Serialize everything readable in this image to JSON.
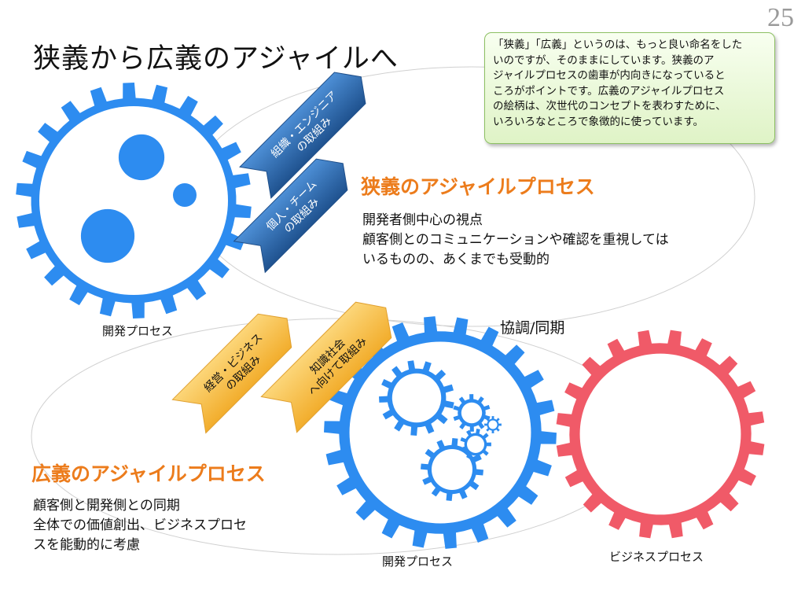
{
  "page_number": "25",
  "title": "狭義から広義のアジャイルへ",
  "note": {
    "lines": [
      "「狭義」「広義」というのは、もっと良い命名をした",
      "いのですが、そのままにしています。狭義のア",
      "ジャイルプロセスの歯車が内向きになっていると",
      "ころがポイントです。広義のアジャイルプロセス",
      "の絵柄は、次世代のコンセプトを表わすために、",
      "いろいろなところで象徴的に使っています。"
    ]
  },
  "narrow": {
    "heading": "狭義のアジャイルプロセス",
    "lines": [
      "開発者側中心の視点",
      "顧客側とのコミュニケーションや確認を重視しては",
      "いるものの、あくまでも受動的"
    ],
    "gear_label": "開発プロセス",
    "arrows": [
      {
        "line1": "組織・エンジニア",
        "line2": "の取組み"
      },
      {
        "line1": "個人・チーム",
        "line2": "の取組み"
      }
    ]
  },
  "broad": {
    "heading": "広義のアジャイルプロセス",
    "lines": [
      "顧客側と開発側との同期",
      "全体での価値創出、ビジネスプロセ",
      "スを能動的に考慮"
    ],
    "dev_gear_label": "開発プロセス",
    "biz_gear_label": "ビジネスプロセス",
    "sync_label": "協調/同期",
    "arrows": [
      {
        "line1": "経営・ビジネス",
        "line2": "の取組み"
      },
      {
        "line1": "知識社会",
        "line2": "へ向けて取組み"
      }
    ]
  },
  "colors": {
    "blue_gear": "#2d8cf0",
    "red_gear": "#f05a68",
    "orange": "#ec7c1c",
    "arrow_blue": "#2f6cb5",
    "arrow_yellow": "#f7c04d"
  },
  "icons": [
    "gear-icon",
    "arrow-icon"
  ]
}
